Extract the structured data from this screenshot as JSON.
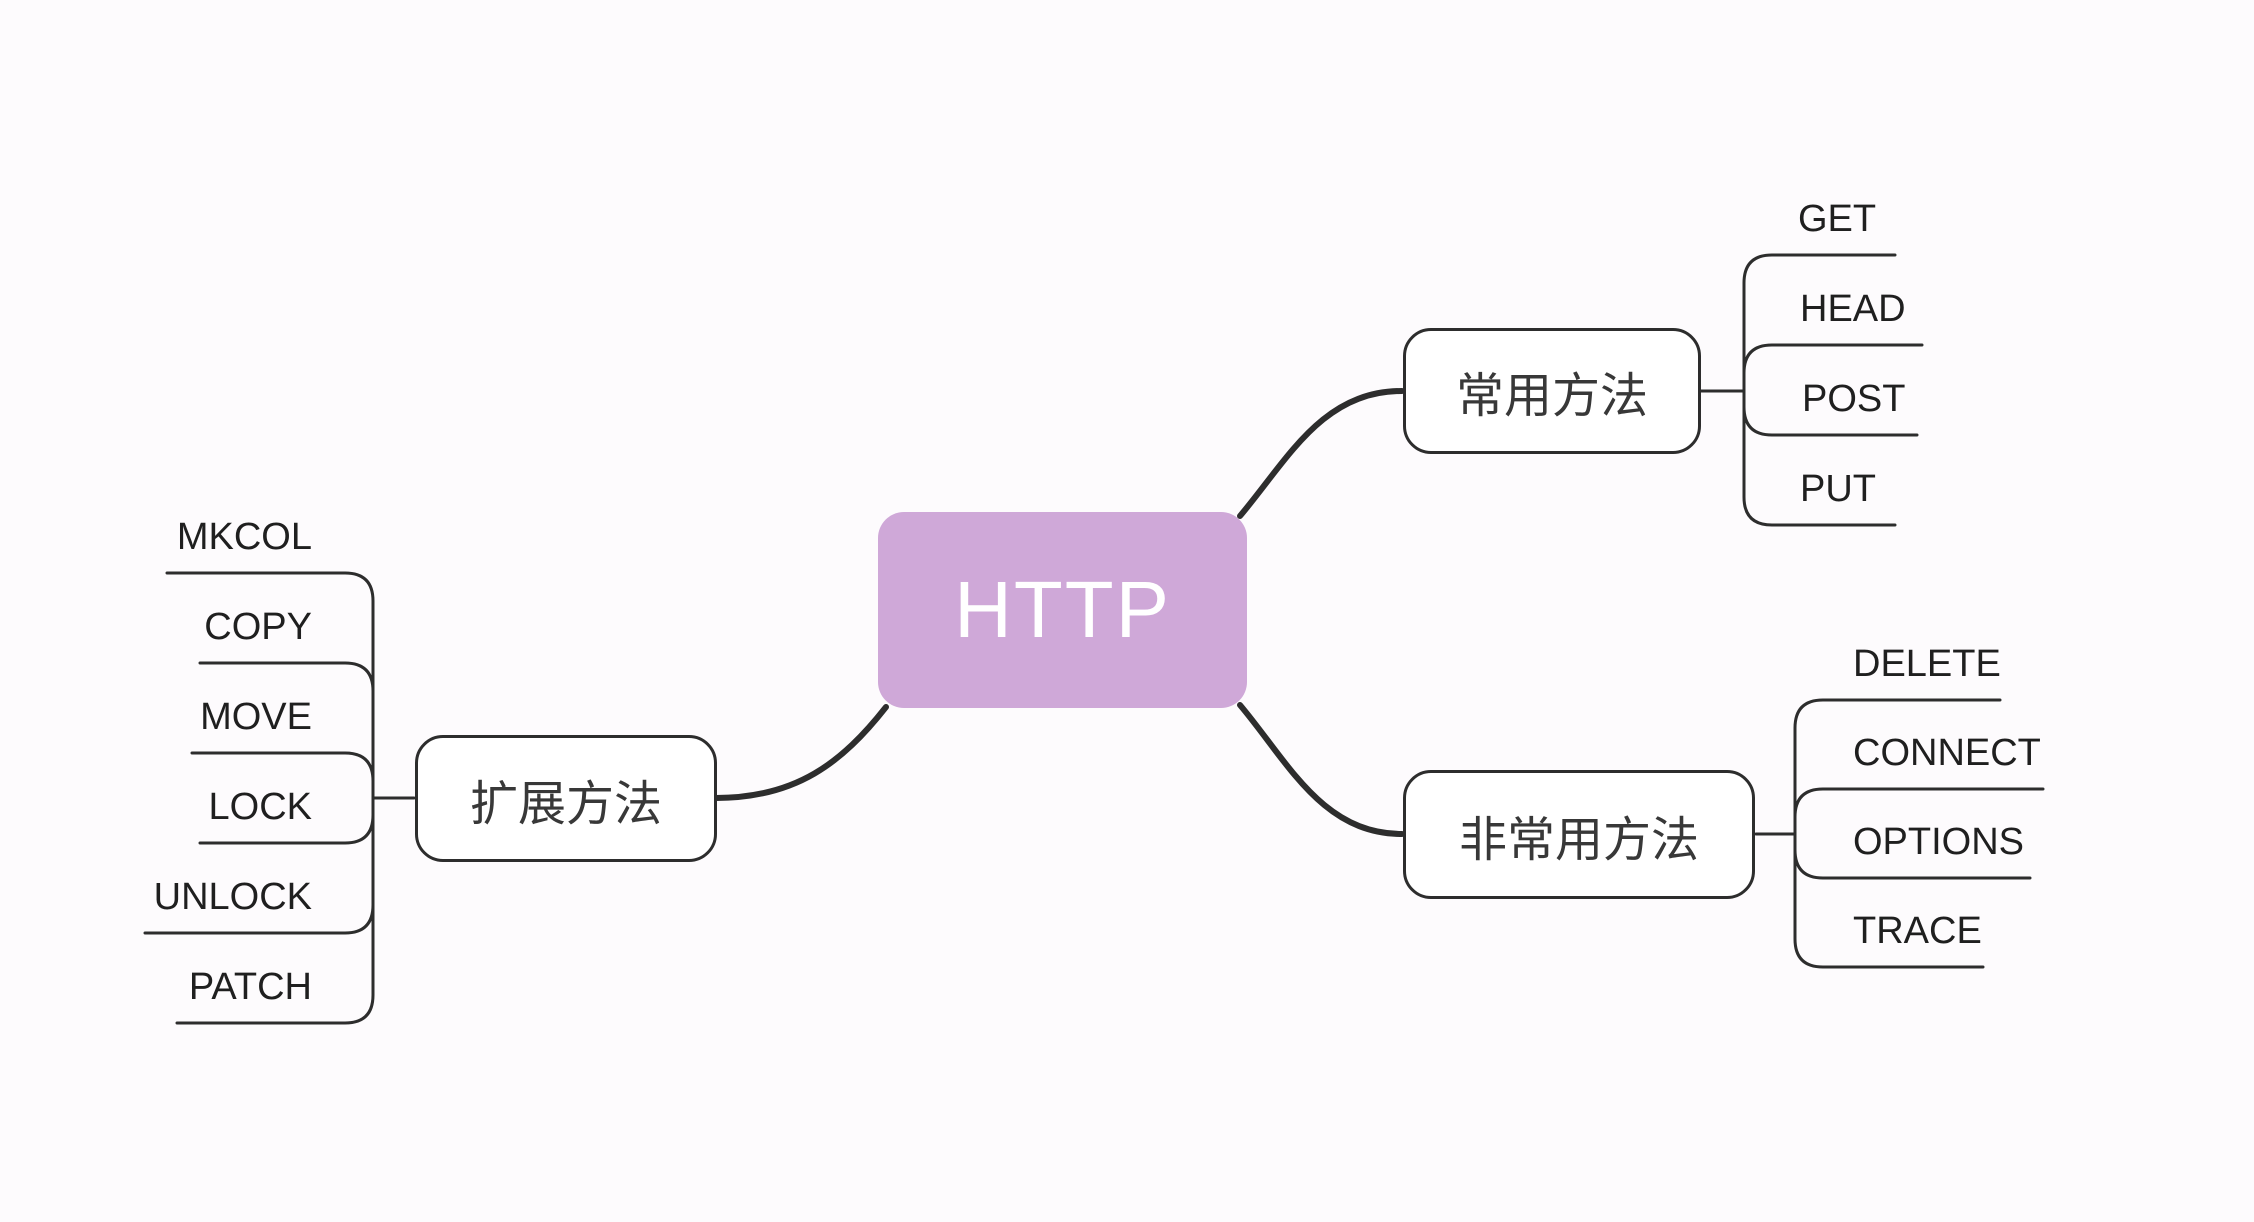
{
  "theme": {
    "bg": "#fdfbfd",
    "line": "#2d2d2d",
    "accent": "#cfa8d8",
    "root_text": "#ffffff",
    "branch_text": "#383838",
    "leaf_text": "#1f1f1f"
  },
  "root": {
    "label": "HTTP"
  },
  "branches": [
    {
      "label": "常用方法",
      "children": [
        "GET",
        "HEAD",
        "POST",
        "PUT"
      ]
    },
    {
      "label": "非常用方法",
      "children": [
        "DELETE",
        "CONNECT",
        "OPTIONS",
        "TRACE"
      ]
    },
    {
      "label": "扩展方法",
      "children": [
        "MKCOL",
        "COPY",
        "MOVE",
        "LOCK",
        "UNLOCK",
        "PATCH"
      ]
    }
  ]
}
